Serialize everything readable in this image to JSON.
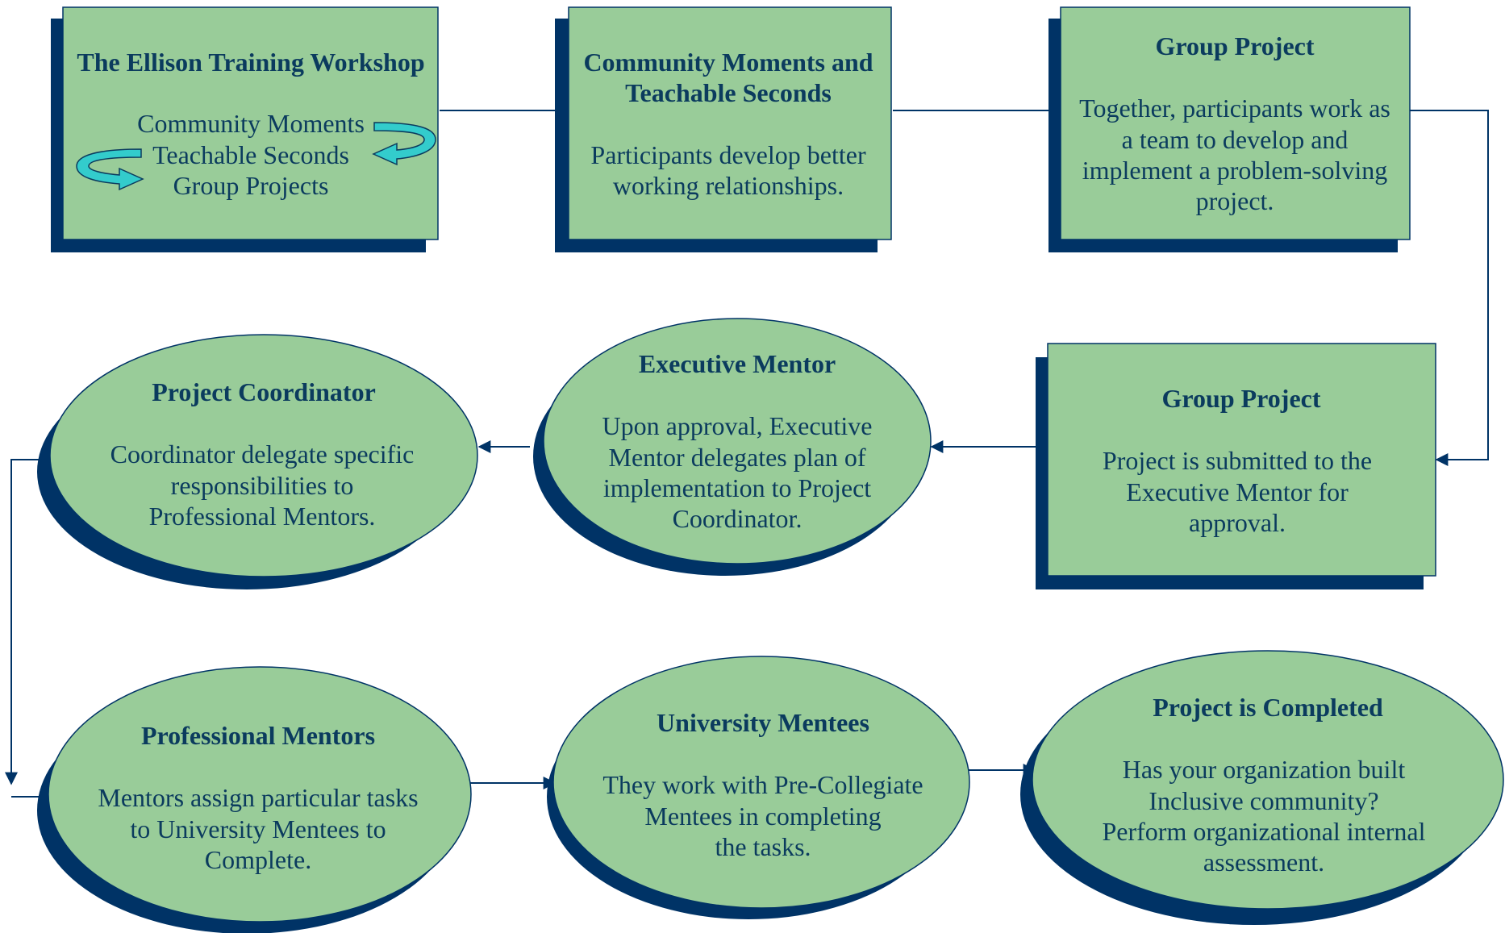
{
  "colors": {
    "fill": "#99cc99",
    "shadow": "#003366",
    "text": "#0b3b5e",
    "connector": "#003366",
    "cycle_arrow": "#33cccc"
  },
  "nodes": {
    "workshop": {
      "title": "The Ellison Training Workshop",
      "lines": [
        "Community Moments",
        "Teachable Seconds",
        "Group Projects"
      ]
    },
    "community": {
      "title": [
        "Community Moments and",
        "Teachable Seconds"
      ],
      "lines": [
        "Participants develop better",
        "working relationships."
      ]
    },
    "group_project_1": {
      "title": "Group Project",
      "lines": [
        "Together, participants work as",
        "a team to develop and",
        "implement a problem-solving",
        "project."
      ]
    },
    "group_project_2": {
      "title": "Group Project",
      "lines": [
        "Project is submitted to the",
        "Executive Mentor for",
        "approval."
      ]
    },
    "executive_mentor": {
      "title": "Executive Mentor",
      "lines": [
        "Upon approval, Executive",
        "Mentor delegates plan of",
        "implementation to Project",
        "Coordinator."
      ]
    },
    "project_coordinator": {
      "title": "Project Coordinator",
      "lines": [
        "Coordinator delegate specific",
        "responsibilities to",
        "Professional Mentors."
      ]
    },
    "professional_mentors": {
      "title": "Professional Mentors",
      "lines": [
        "Mentors assign particular tasks",
        "to University Mentees to",
        "Complete."
      ]
    },
    "university_mentees": {
      "title": "University Mentees",
      "lines": [
        "They work with Pre-Collegiate",
        "Mentees in completing",
        "the tasks."
      ]
    },
    "project_completed": {
      "title": "Project is Completed",
      "lines": [
        "Has your organization built",
        "Inclusive community?",
        "Perform organizational internal",
        "assessment."
      ]
    }
  }
}
